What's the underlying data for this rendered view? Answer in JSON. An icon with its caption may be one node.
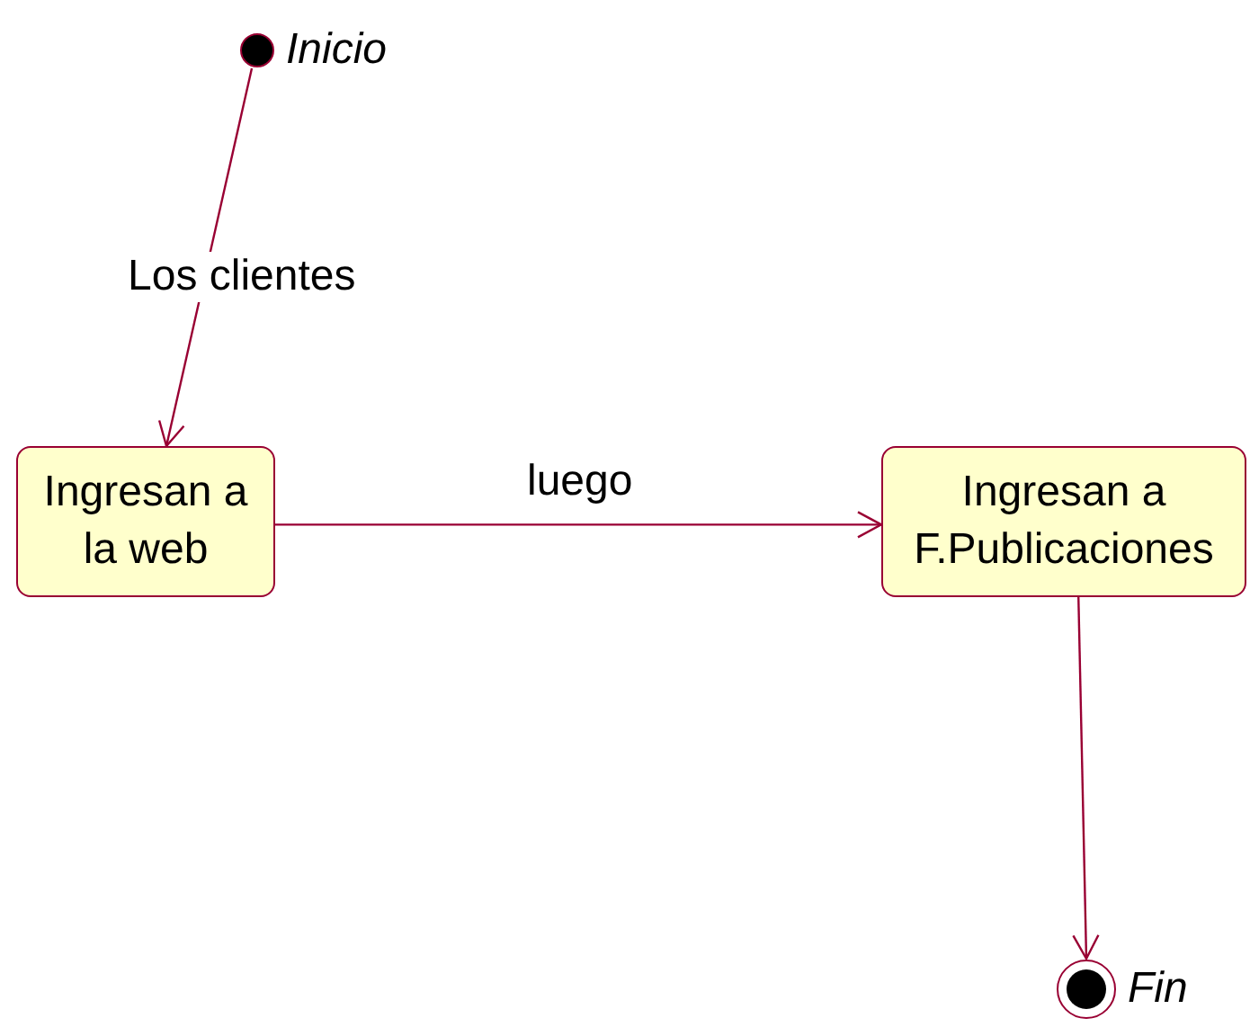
{
  "diagram": {
    "nodes": [
      {
        "text": [],
        "shape": "circle",
        "beside": [
          "Inicio"
        ]
      },
      {
        "text": [
          "Ingresan a la web"
        ]
      },
      {
        "text": [
          "Ingresan a F.Publicaciones"
        ]
      },
      {
        "text": [],
        "shape": "circle",
        "beside": [
          "Fin"
        ]
      }
    ],
    "edges": [
      {
        "from": 0,
        "to": 1,
        "arrow": "to",
        "label": "Los clientes"
      },
      {
        "from": 1,
        "to": 2,
        "arrow": "to",
        "label": "luego"
      },
      {
        "from": 2,
        "to": 3,
        "arrow": "to"
      }
    ]
  }
}
